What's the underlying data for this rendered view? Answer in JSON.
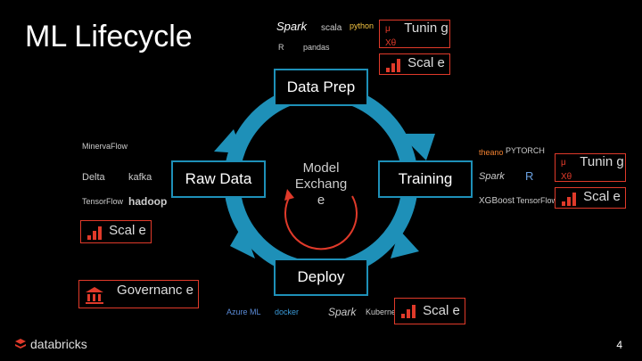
{
  "slide": {
    "title": "ML Lifecycle",
    "page_number": "4",
    "brand": "databricks"
  },
  "stages": {
    "data_prep": "Data Prep",
    "raw_data": "Raw Data",
    "model_exchange": "Model Exchang e",
    "training": "Training",
    "deploy": "Deploy"
  },
  "callouts": {
    "tuning_top": "Tunin g",
    "scale_top": "Scal e",
    "tuning_right": "Tunin g",
    "scale_right": "Scal e",
    "scale_left": "Scal e",
    "governance": "Governanc e",
    "scale_bottom": "Scal e"
  },
  "logos": {
    "top": [
      "Spark",
      "scala",
      "python",
      "R",
      "pandas"
    ],
    "left": [
      "MinervaFlow",
      "Delta",
      "kafka",
      "TensorFlow",
      "hadoop"
    ],
    "right": [
      "theano",
      "PYTORCH",
      "Spark",
      "R",
      "XGBoost",
      "TensorFlow"
    ],
    "bottom": [
      "Azure ML",
      "docker",
      "Spark",
      "Kubernetes"
    ]
  },
  "colors": {
    "ring": "#1e90b8",
    "accent": "#e03a2a",
    "background": "#000000"
  }
}
